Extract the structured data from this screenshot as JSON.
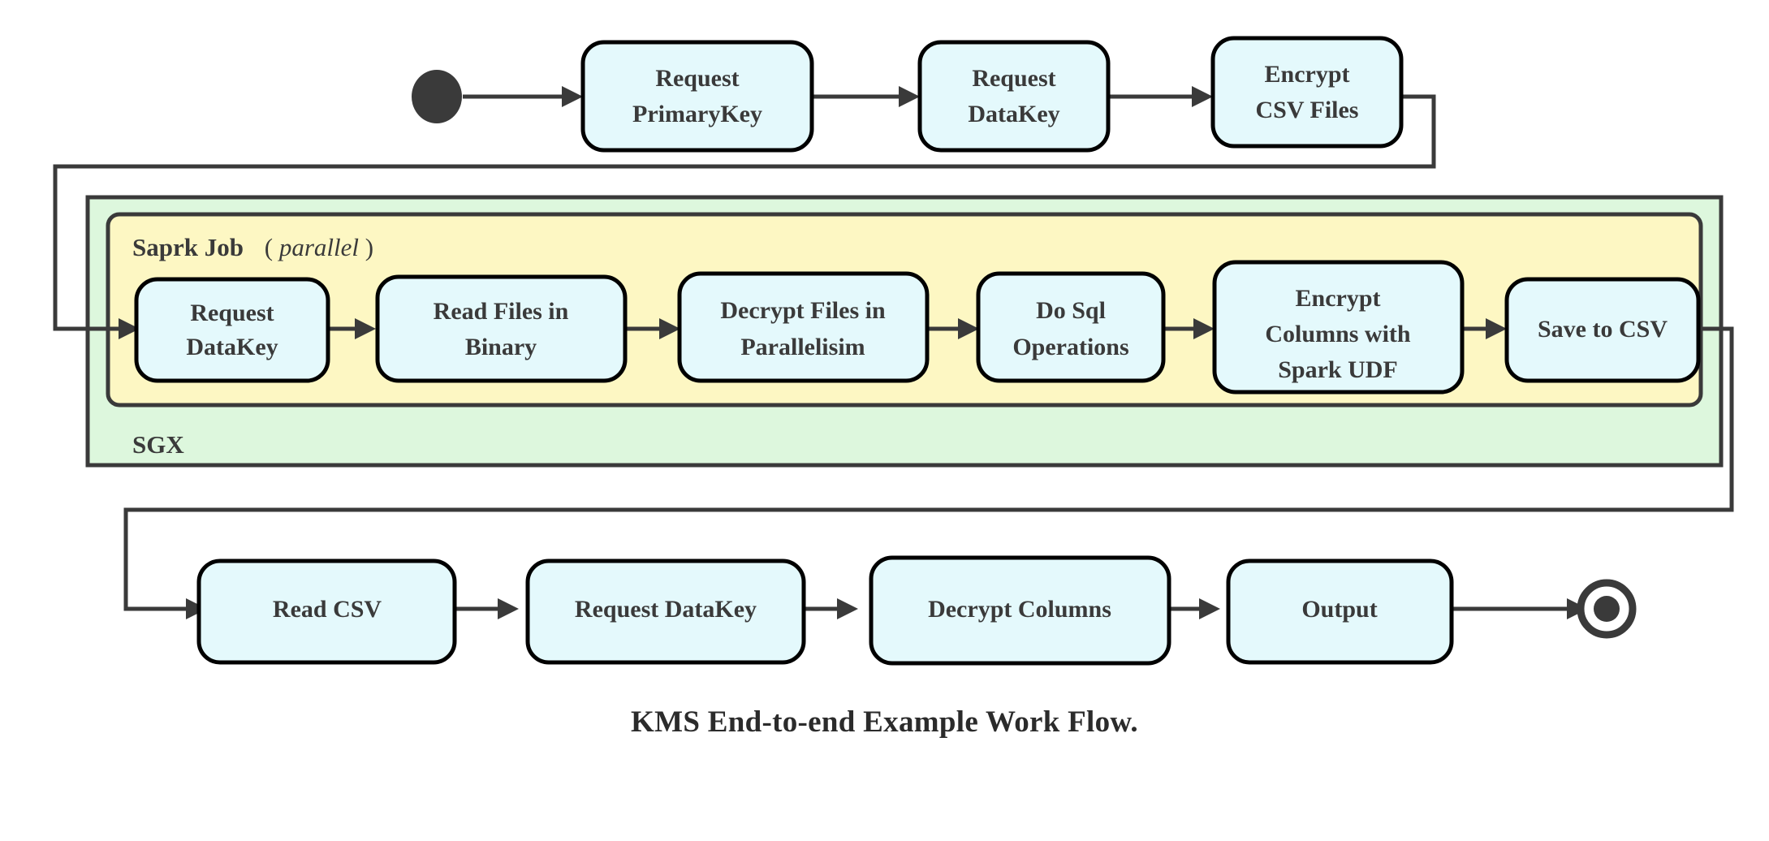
{
  "figure": {
    "caption": "KMS End-to-end Example Work Flow.",
    "type": "activity-flowchart"
  },
  "colors": {
    "node_fill": "#e4f9fc",
    "node_stroke": "#000000",
    "sgx_fill": "#ddf7dd",
    "spark_fill": "#fdf7c3",
    "line": "#3a3a3a",
    "text": "#3a3a3a",
    "background": "#ffffff"
  },
  "groups": {
    "sgx": {
      "label": "SGX",
      "label_position": "bottom-left"
    },
    "spark": {
      "label_main": "Saprk Job",
      "label_italic": "parallel",
      "label_paren_open": "(",
      "label_paren_close": ")",
      "label_position": "top-left"
    }
  },
  "markers": {
    "start": "start-node-filled-circle",
    "end": "end-node-bullseye"
  },
  "rows": {
    "top": {
      "nodes": [
        {
          "id": "request-primarykey",
          "lines": [
            "Request",
            "PrimaryKey"
          ]
        },
        {
          "id": "request-datakey-top",
          "lines": [
            "Request",
            "DataKey"
          ]
        },
        {
          "id": "encrypt-csv-files",
          "lines": [
            "Encrypt",
            "CSV Files"
          ]
        }
      ]
    },
    "middle": {
      "nodes": [
        {
          "id": "request-datakey-spark",
          "lines": [
            "Request",
            "DataKey"
          ]
        },
        {
          "id": "read-files-in-binary",
          "lines": [
            "Read Files in",
            "Binary"
          ]
        },
        {
          "id": "decrypt-files-in-parallelisim",
          "lines": [
            "Decrypt Files in",
            "Parallelisim"
          ]
        },
        {
          "id": "do-sql-operations",
          "lines": [
            "Do Sql",
            "Operations"
          ]
        },
        {
          "id": "encrypt-columns-with-spark-udf",
          "lines": [
            "Encrypt",
            "Columns with",
            "Spark UDF"
          ]
        },
        {
          "id": "save-to-csv",
          "lines": [
            "Save to CSV"
          ]
        }
      ]
    },
    "bottom": {
      "nodes": [
        {
          "id": "read-csv",
          "lines": [
            "Read CSV"
          ]
        },
        {
          "id": "request-datakey-bottom",
          "lines": [
            "Request DataKey"
          ]
        },
        {
          "id": "decrypt-columns",
          "lines": [
            "Decrypt Columns"
          ]
        },
        {
          "id": "output",
          "lines": [
            "Output"
          ]
        }
      ]
    }
  },
  "flow_order": [
    "start",
    "Request PrimaryKey",
    "Request DataKey",
    "Encrypt CSV Files",
    "Request DataKey",
    "Read Files in Binary",
    "Decrypt Files in Parallelisim",
    "Do Sql Operations",
    "Encrypt Columns with Spark UDF",
    "Save to CSV",
    "Read CSV",
    "Request DataKey",
    "Decrypt Columns",
    "Output",
    "end"
  ]
}
